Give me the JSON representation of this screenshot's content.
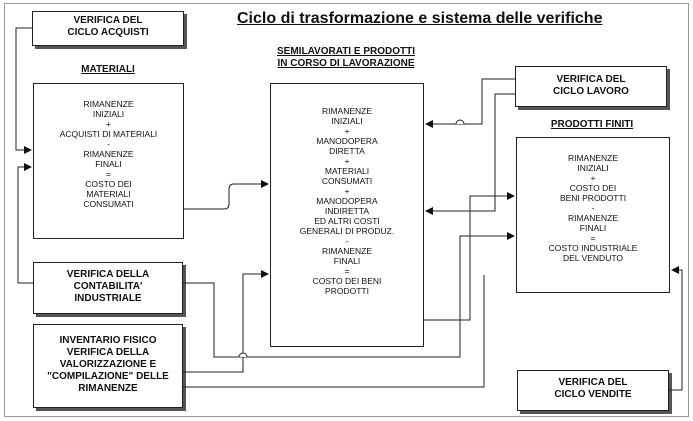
{
  "title": "Ciclo di trasformazione e sistema delle verifiche",
  "verifiche": {
    "acquisti": [
      "VERIFICA DEL",
      "CICLO ACQUISTI"
    ],
    "lavoro": [
      "VERIFICA DEL",
      "CICLO LAVORO"
    ],
    "contabilita": [
      "VERIFICA DELLA",
      "CONTABILITA'",
      "INDUSTRIALE"
    ],
    "inventario": [
      "INVENTARIO FISICO",
      "VERIFICA DELLA",
      "VALORIZZAZIONE E",
      "\"COMPILAZIONE\" DELLE",
      "RIMANENZE"
    ],
    "vendite": [
      "VERIFICA DEL",
      "CICLO VENDITE"
    ]
  },
  "materiali": {
    "heading": "MATERIALI",
    "lines": [
      "RIMANENZE",
      "INIZIALI",
      "+",
      "ACQUISTI DI MATERIALI",
      "-",
      "RIMANENZE",
      "FINALI",
      "=",
      "COSTO DEI",
      "MATERIALI",
      "CONSUMATI"
    ]
  },
  "semilavorati": {
    "heading": [
      "SEMILAVORATI E PRODOTTI",
      "IN CORSO DI LAVORAZIONE"
    ],
    "lines": [
      "RIMANENZE",
      "INIZIALI",
      "+",
      "MANODOPERA",
      "DIRETTA",
      "+",
      "MATERIALI",
      "CONSUMATI",
      "+",
      "MANODOPERA",
      "INDIRETTA",
      "ED ALTRI COSTI",
      "GENERALI DI PRODUZ.",
      "-",
      "RIMANENZE",
      "FINALI",
      "=",
      "COSTO DEI BENI",
      "PRODOTTI"
    ]
  },
  "prodotti_finiti": {
    "heading": "PRODOTTI FINITI",
    "lines": [
      "RIMANENZE",
      "INIZIALI",
      "+",
      "COSTO DEI",
      "BENI PRODOTTI",
      "-",
      "RIMANENZE",
      "FINALI",
      "=",
      "COSTO INDUSTRIALE",
      "DEL VENDUTO"
    ]
  }
}
